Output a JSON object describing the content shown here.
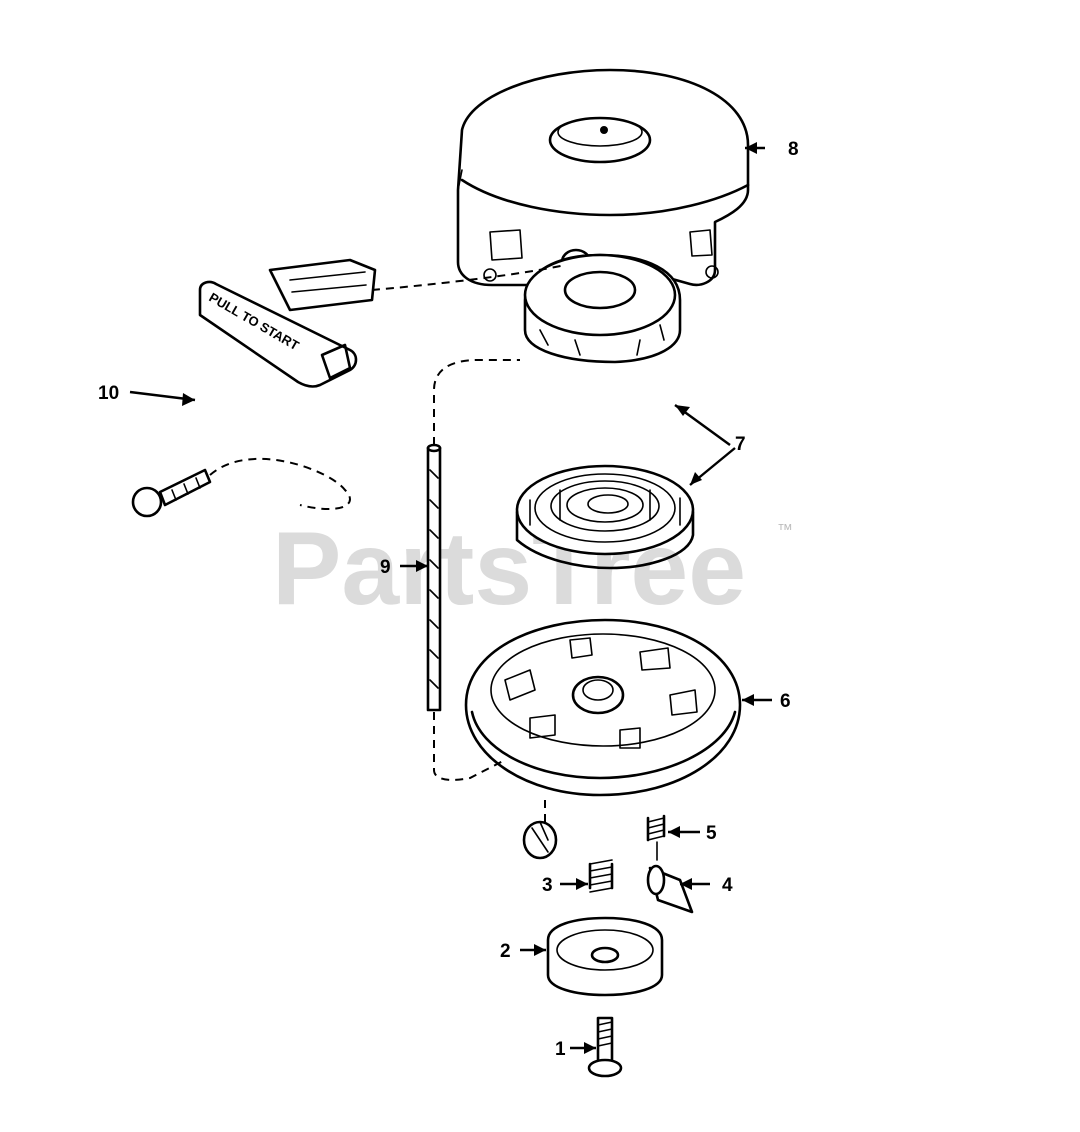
{
  "diagram": {
    "watermark": "PartsTree",
    "trademark": "™",
    "handle_text": "PULL TO START",
    "callouts": [
      {
        "id": "1",
        "label": "1"
      },
      {
        "id": "2",
        "label": "2"
      },
      {
        "id": "3",
        "label": "3"
      },
      {
        "id": "4",
        "label": "4"
      },
      {
        "id": "5",
        "label": "5"
      },
      {
        "id": "6",
        "label": "6"
      },
      {
        "id": "7",
        "label": "7"
      },
      {
        "id": "8",
        "label": "8"
      },
      {
        "id": "9",
        "label": "9"
      },
      {
        "id": "10",
        "label": "10"
      }
    ]
  },
  "colors": {
    "line": "#000000",
    "background": "#ffffff",
    "watermark": "#cfcfcf"
  }
}
